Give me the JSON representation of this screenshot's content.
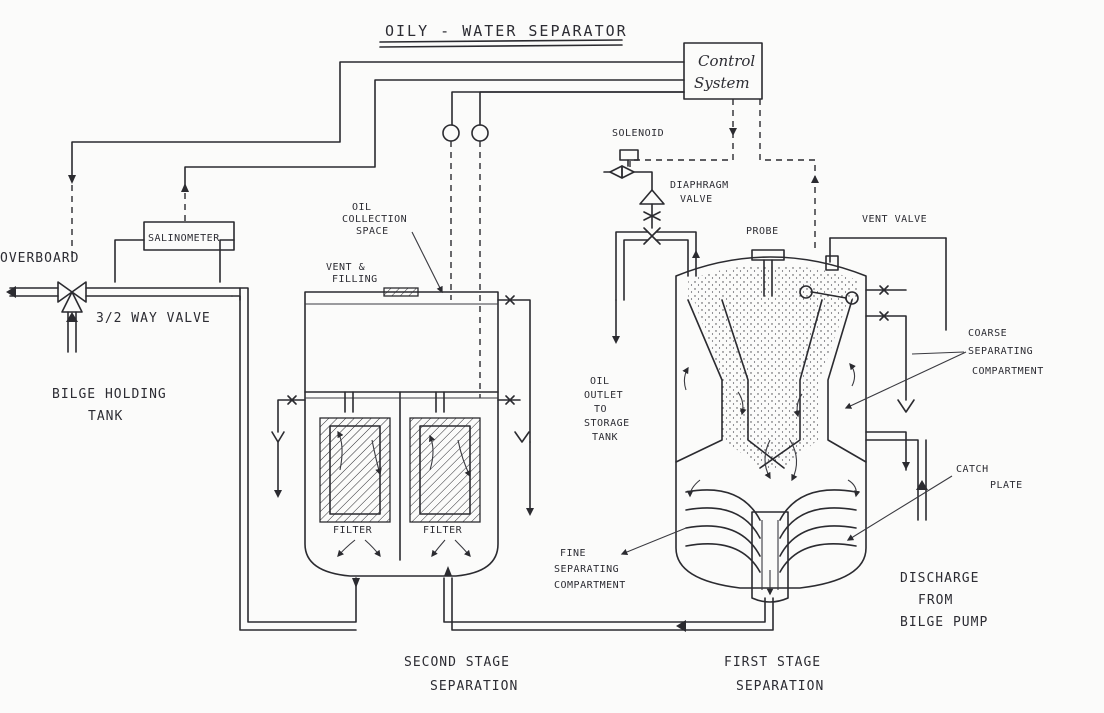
{
  "title": "OILY - WATER SEPARATOR",
  "labels": {
    "control_system_line1": "Control",
    "control_system_line2": "System",
    "solenoid": "SOLENOID",
    "diaphragm_valve_line1": "DIAPHRAGM",
    "diaphragm_valve_line2": "VALVE",
    "probe": "PROBE",
    "vent_valve": "VENT VALVE",
    "salinometer": "SALINOMETER",
    "overboard": "OVERBOARD",
    "three_way_valve": "3/2 WAY VALVE",
    "bilge_holding_tank_line1": "BILGE HOLDING",
    "bilge_holding_tank_line2": "TANK",
    "oil_collection_line1": "OIL",
    "oil_collection_line2": "COLLECTION",
    "oil_collection_line3": "SPACE",
    "vent_filling_line1": "VENT &",
    "vent_filling_line2": "FILLING",
    "filter_left": "FILTER",
    "filter_right": "FILTER",
    "oil_outlet_line1": "OIL",
    "oil_outlet_line2": "OUTLET",
    "oil_outlet_line3": "TO",
    "oil_outlet_line4": "STORAGE",
    "oil_outlet_line5": "TANK",
    "coarse_line1": "COARSE",
    "coarse_line2": "SEPARATING",
    "coarse_line3": "COMPARTMENT",
    "catch_plate_line1": "CATCH",
    "catch_plate_line2": "PLATE",
    "fine_line1": "FINE",
    "fine_line2": "SEPARATING",
    "fine_line3": "COMPARTMENT",
    "discharge_line1": "DISCHARGE",
    "discharge_line2": "FROM",
    "discharge_line3": "BILGE PUMP",
    "second_stage_line1": "SECOND STAGE",
    "second_stage_line2": "SEPARATION",
    "first_stage_line1": "FIRST STAGE",
    "first_stage_line2": "SEPARATION"
  },
  "colors": {
    "ink": "#2b2b30",
    "paper": "#fbfbfa"
  }
}
